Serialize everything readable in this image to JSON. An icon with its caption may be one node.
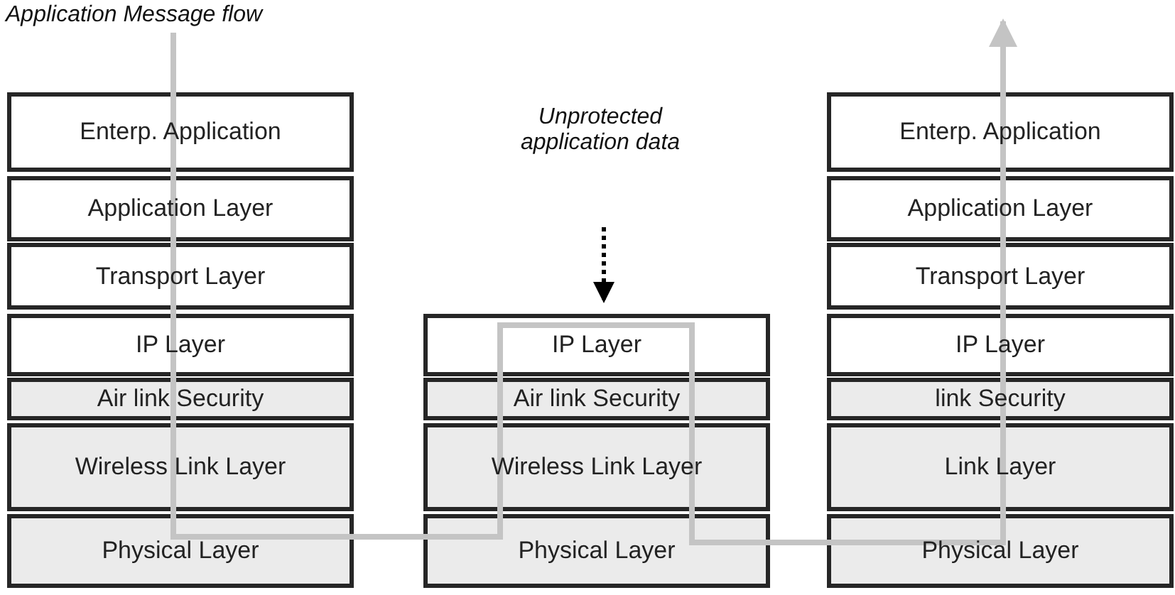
{
  "diagram": {
    "nodes": [
      {
        "text": [
          "Enterp. Application"
        ]
      },
      {
        "text": [
          "Application Layer"
        ]
      },
      {
        "text": [
          "Transport Layer"
        ]
      },
      {
        "text": [
          "IP Layer"
        ]
      },
      {
        "text": [
          "Air link Security"
        ]
      },
      {
        "text": [
          "Wireless Link Layer"
        ]
      },
      {
        "text": [
          "Physical Layer"
        ]
      },
      {
        "text": [
          "IP Layer"
        ]
      },
      {
        "text": [
          "Air link Security"
        ]
      },
      {
        "text": [
          "Wireless Link Layer"
        ]
      },
      {
        "text": [
          "Physical Layer"
        ]
      },
      {
        "text": [
          "Enterp. Application"
        ]
      },
      {
        "text": [
          "Application Layer"
        ]
      },
      {
        "text": [
          "Transport Layer"
        ]
      },
      {
        "text": [
          "IP Layer"
        ]
      },
      {
        "text": [
          "link Security"
        ]
      },
      {
        "text": [
          "Link Layer"
        ]
      },
      {
        "text": [
          "Physical Layer"
        ]
      },
      {
        "text": [
          "Unprotected application data"
        ]
      },
      {
        "text": [
          "Application Message flow"
        ]
      }
    ],
    "edges": [
      {
        "from": 19,
        "to": 0,
        "arrow": "none"
      },
      {
        "from": 0,
        "to": 1,
        "arrow": "none"
      },
      {
        "from": 1,
        "to": 2,
        "arrow": "none"
      },
      {
        "from": 2,
        "to": 3,
        "arrow": "none"
      },
      {
        "from": 3,
        "to": 4,
        "arrow": "none"
      },
      {
        "from": 4,
        "to": 5,
        "arrow": "none"
      },
      {
        "from": 5,
        "to": 6,
        "arrow": "none"
      },
      {
        "from": 6,
        "to": 10,
        "arrow": "none"
      },
      {
        "from": 10,
        "to": 9,
        "arrow": "none"
      },
      {
        "from": 9,
        "to": 8,
        "arrow": "none"
      },
      {
        "from": 8,
        "to": 7,
        "arrow": "none"
      },
      {
        "from": 7,
        "to": 8,
        "arrow": "none"
      },
      {
        "from": 8,
        "to": 9,
        "arrow": "none"
      },
      {
        "from": 9,
        "to": 10,
        "arrow": "none"
      },
      {
        "from": 10,
        "to": 17,
        "arrow": "none"
      },
      {
        "from": 17,
        "to": 16,
        "arrow": "none"
      },
      {
        "from": 16,
        "to": 15,
        "arrow": "none"
      },
      {
        "from": 15,
        "to": 14,
        "arrow": "none"
      },
      {
        "from": 14,
        "to": 13,
        "arrow": "none"
      },
      {
        "from": 13,
        "to": 12,
        "arrow": "none"
      },
      {
        "from": 12,
        "to": 11,
        "arrow": "none"
      },
      {
        "from": 11,
        "to": null,
        "arrow": "to"
      },
      {
        "from": 18,
        "to": 7,
        "arrow": "to",
        "style": "dashed",
        "color": "#000000"
      }
    ]
  }
}
